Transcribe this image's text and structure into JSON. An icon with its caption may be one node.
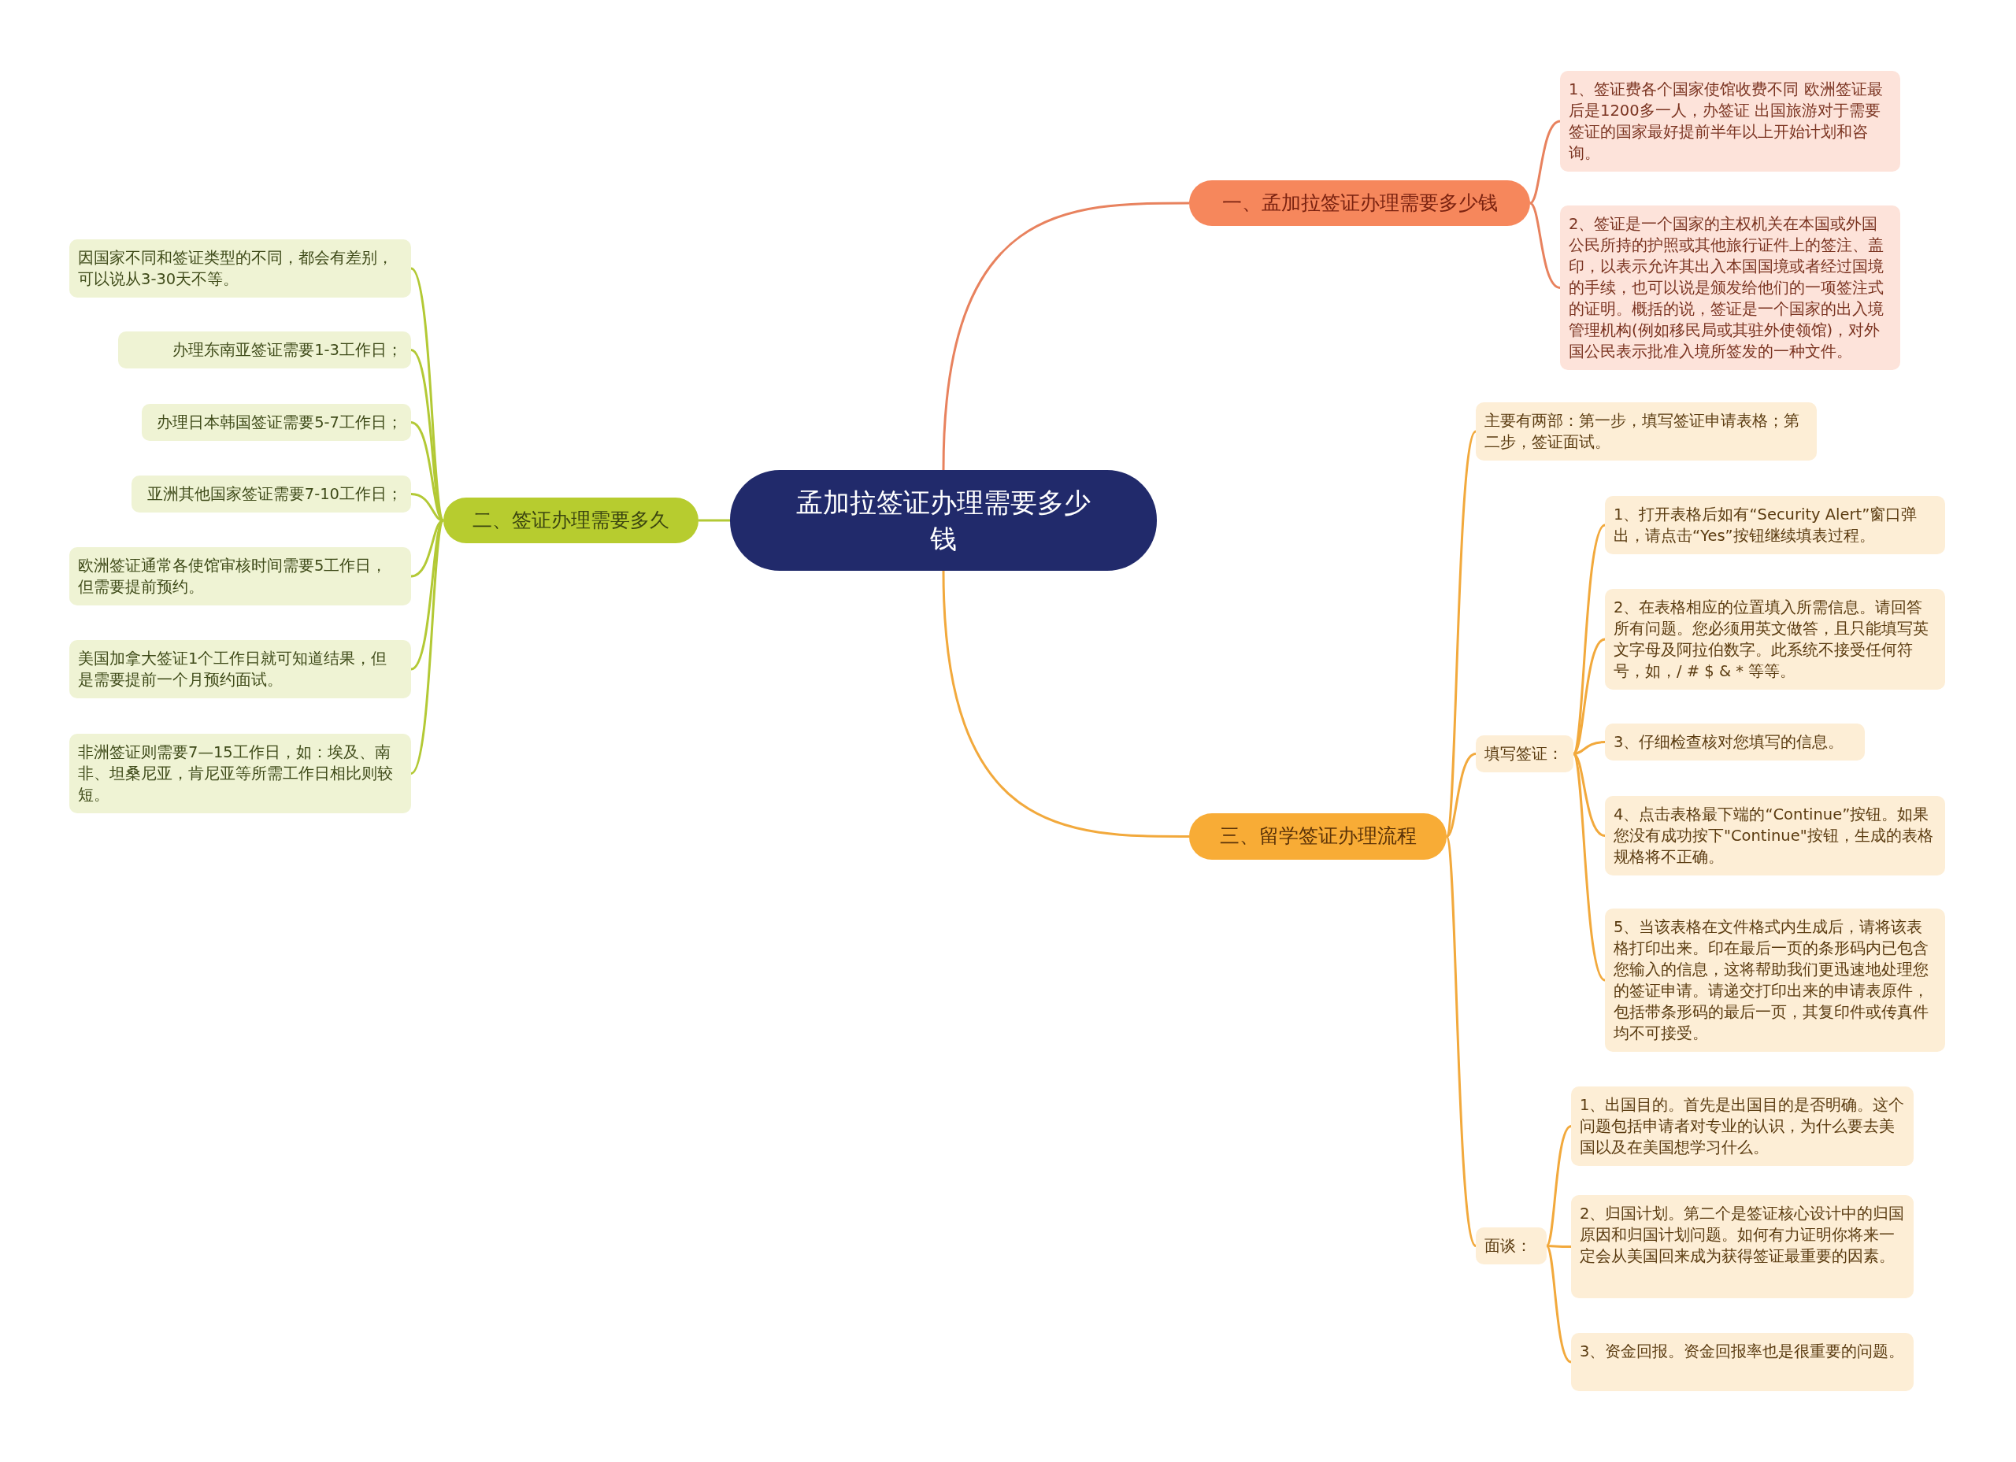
{
  "diagram": {
    "nodes": [
      {
        "text": [
          "孟加拉签证办理需要多少钱"
        ]
      },
      {
        "text": [
          "一、孟加拉签证办理需要多少钱"
        ]
      },
      {
        "text": [
          "1、签证费各个国家使馆收费不同 欧洲签证最后是1200多一人，办签证 出国旅游对于需要签证的国家最好提前半年以上开始计划和咨询。"
        ]
      },
      {
        "text": [
          "2、签证是一个国家的主权机关在本国或外国公民所持的护照或其他旅行证件上的签注、盖印，以表示允许其出入本国国境或者经过国境的手续，也可以说是颁发给他们的一项签注式的证明。概括的说，签证是一个国家的出入境管理机构(例如移民局或其驻外使领馆)，对外国公民表示批准入境所签发的一种文件。"
        ]
      },
      {
        "text": [
          "二、签证办理需要多久"
        ]
      },
      {
        "text": [
          "因国家不同和签证类型的不同，都会有差别，可以说从3-30天不等。"
        ]
      },
      {
        "text": [
          "办理东南亚签证需要1-3工作日；"
        ]
      },
      {
        "text": [
          "办理日本韩国签证需要5-7工作日；"
        ]
      },
      {
        "text": [
          "亚洲其他国家签证需要7-10工作日；"
        ]
      },
      {
        "text": [
          "欧洲签证通常各使馆审核时间需要5工作日，但需要提前预约。"
        ]
      },
      {
        "text": [
          "美国加拿大签证1个工作日就可知道结果，但是需要提前一个月预约面试。"
        ]
      },
      {
        "text": [
          "非洲签证则需要7—15工作日，如：埃及、南非、坦桑尼亚，肯尼亚等所需工作日相比则较短。"
        ]
      },
      {
        "text": [
          "三、留学签证办理流程"
        ]
      },
      {
        "text": [
          "主要有两部：第一步，填写签证申请表格；第二步，签证面试。"
        ]
      },
      {
        "text": [
          "填写签证："
        ]
      },
      {
        "text": [
          "1、打开表格后如有“Security Alert”窗口弹出，请点击“Yes”按钮继续填表过程。"
        ]
      },
      {
        "text": [
          "2、在表格相应的位置填入所需信息。请回答所有问题。您必须用英文做答，且只能填写英文字母及阿拉伯数字。此系统不接受任何符号，如，/ # $ & * 等等。"
        ]
      },
      {
        "text": [
          "3、仔细检查核对您填写的信息。"
        ]
      },
      {
        "text": [
          "4、点击表格最下端的“Continue”按钮。如果您没有成功按下\"Continue\"按钮，生成的表格规格将不正确。"
        ]
      },
      {
        "text": [
          "5、当该表格在文件格式内生成后，请将该表格打印出来。印在最后一页的条形码内已包含您输入的信息，这将帮助我们更迅速地处理您的签证申请。请递交打印出来的申请表原件，包括带条形码的最后一页，其复印件或传真件均不可接受。"
        ]
      },
      {
        "text": [
          "面谈："
        ]
      },
      {
        "text": [
          "1、出国目的。首先是出国目的是否明确。这个问题包括申请者对专业的认识，为什么要去美国以及在美国想学习什么。"
        ]
      },
      {
        "text": [
          "2、归国计划。第二个是签证核心设计中的归国原因和归国计划问题。如何有力证明你将来一定会从美国回来成为获得签证最重要的因素。"
        ]
      },
      {
        "text": [
          "3、资金回报。资金回报率也是很重要的问题。"
        ]
      }
    ],
    "edges": [
      {
        "from": 0,
        "to": 1,
        "arrow": "none",
        "color": "#e8825e"
      },
      {
        "from": 1,
        "to": 2,
        "arrow": "none",
        "color": "#e8825e"
      },
      {
        "from": 1,
        "to": 3,
        "arrow": "none",
        "color": "#e8825e"
      },
      {
        "from": 0,
        "to": 4,
        "arrow": "none",
        "color": "#b3c935"
      },
      {
        "from": 4,
        "to": 5,
        "arrow": "none",
        "color": "#b3c935"
      },
      {
        "from": 4,
        "to": 6,
        "arrow": "none",
        "color": "#b3c935"
      },
      {
        "from": 4,
        "to": 7,
        "arrow": "none",
        "color": "#b3c935"
      },
      {
        "from": 4,
        "to": 8,
        "arrow": "none",
        "color": "#b3c935"
      },
      {
        "from": 4,
        "to": 9,
        "arrow": "none",
        "color": "#b3c935"
      },
      {
        "from": 4,
        "to": 10,
        "arrow": "none",
        "color": "#b3c935"
      },
      {
        "from": 4,
        "to": 11,
        "arrow": "none",
        "color": "#b3c935"
      },
      {
        "from": 0,
        "to": 12,
        "arrow": "none"
      },
      {
        "from": 12,
        "to": 13,
        "arrow": "none"
      },
      {
        "from": 12,
        "to": 14,
        "arrow": "none"
      },
      {
        "from": 14,
        "to": 15,
        "arrow": "none"
      },
      {
        "from": 14,
        "to": 16,
        "arrow": "none"
      },
      {
        "from": 14,
        "to": 17,
        "arrow": "none"
      },
      {
        "from": 14,
        "to": 18,
        "arrow": "none"
      },
      {
        "from": 14,
        "to": 19,
        "arrow": "none"
      },
      {
        "from": 12,
        "to": 20,
        "arrow": "none"
      },
      {
        "from": 20,
        "to": 21,
        "arrow": "none"
      },
      {
        "from": 20,
        "to": 22,
        "arrow": "none"
      },
      {
        "from": 20,
        "to": 23,
        "arrow": "none"
      }
    ]
  }
}
